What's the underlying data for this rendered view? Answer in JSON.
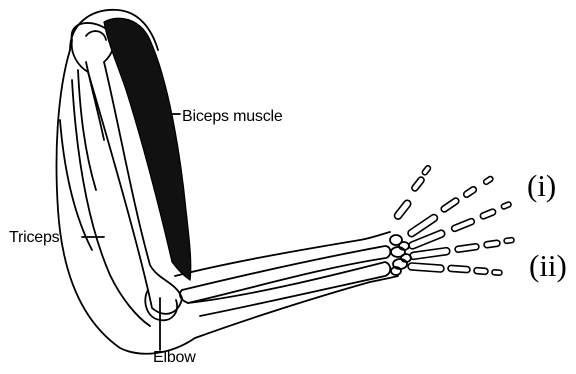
{
  "labels": {
    "biceps": "Biceps muscle",
    "triceps": "Triceps",
    "elbow": "Elbow",
    "marker_i": "(i)",
    "marker_ii": "(ii)"
  },
  "colors": {
    "ink": "#000000",
    "muscle": "#111111",
    "background": "#ffffff"
  }
}
